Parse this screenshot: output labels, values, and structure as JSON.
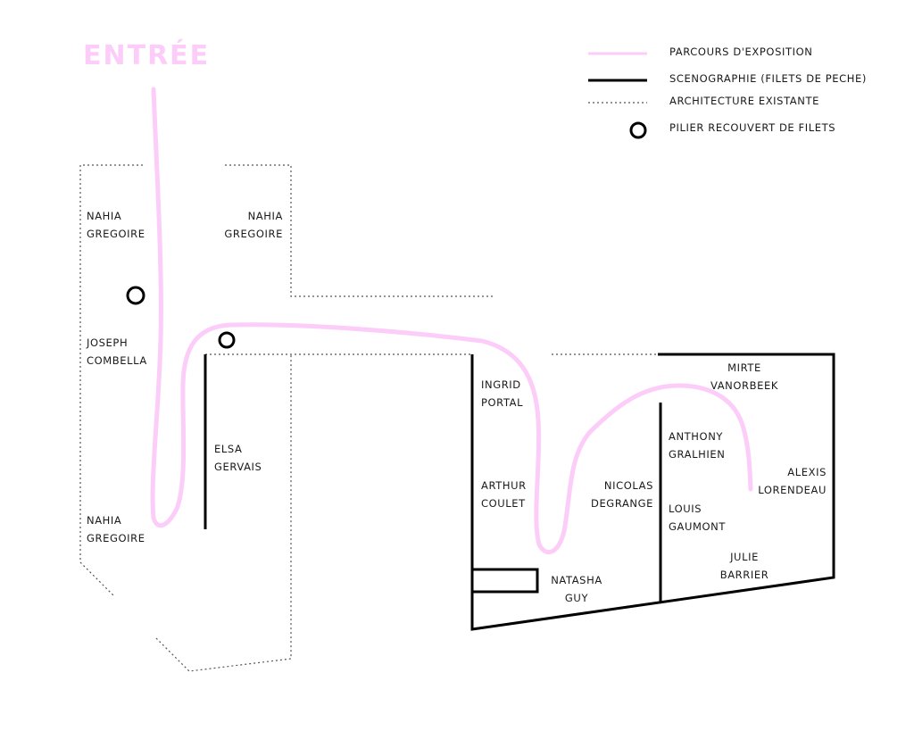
{
  "title": "ENTRÉE",
  "legend": [
    {
      "symbol": "pink-line",
      "label": "PARCOURS D'EXPOSITION"
    },
    {
      "symbol": "black-line",
      "label": "SCENOGRAPHIE (FILETS DE PECHE)"
    },
    {
      "symbol": "dotted-line",
      "label": "ARCHITECTURE EXISTANTE"
    },
    {
      "symbol": "circle",
      "label": "PILIER RECOUVERT DE FILETS"
    }
  ],
  "artists": {
    "nahia_1": [
      "NAHIA",
      "GREGOIRE"
    ],
    "nahia_2": [
      "NAHIA",
      "GREGOIRE"
    ],
    "joseph": [
      "JOSEPH",
      "COMBELLA"
    ],
    "nahia_3": [
      "NAHIA",
      "GREGOIRE"
    ],
    "elsa": [
      "ELSA",
      "GERVAIS"
    ],
    "ingrid": [
      "INGRID",
      "PORTAL"
    ],
    "arthur": [
      "ARTHUR",
      "COULET"
    ],
    "nicolas": [
      "NICOLAS",
      "DEGRANGE"
    ],
    "natasha": [
      "NATASHA",
      "GUY"
    ],
    "mirte": [
      "MIRTE",
      "VANORBEEK"
    ],
    "anthony": [
      "ANTHONY",
      "GRALHIEN"
    ],
    "louis": [
      "LOUIS",
      "GAUMONT"
    ],
    "alexis": [
      "ALEXIS",
      "LORENDEAU"
    ],
    "julie": [
      "JULIE",
      "BARRIER"
    ]
  },
  "colors": {
    "path": "#fbcdf8",
    "wall": "#000000",
    "architecture": "#555555"
  }
}
